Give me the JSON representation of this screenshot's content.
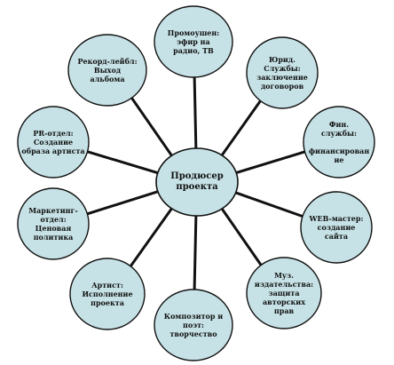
{
  "center": {
    "lines": [
      "Продюсер",
      "проекта"
    ]
  },
  "nodes": [
    {
      "id": "radio-tv",
      "lines": [
        "Промоушен:",
        "эфир на",
        "радио, ТВ"
      ]
    },
    {
      "id": "legal",
      "lines": [
        "Юрид.",
        "Службы:",
        "заключение",
        "договоров"
      ]
    },
    {
      "id": "finance",
      "lines": [
        "Фин.",
        "службы:",
        "",
        "финансирован",
        "ие"
      ]
    },
    {
      "id": "web",
      "lines": [
        "WEB-мастер:",
        "создание",
        "сайта"
      ]
    },
    {
      "id": "music",
      "lines": [
        "Муз.",
        "издательства:",
        "защита",
        "авторских",
        "прав"
      ]
    },
    {
      "id": "composer",
      "lines": [
        "Композитор и",
        "поэт:",
        "творчество"
      ]
    },
    {
      "id": "artist",
      "lines": [
        "Артист:",
        "Исполнение",
        "проекта"
      ]
    },
    {
      "id": "marketing",
      "lines": [
        "Маркетинг-",
        "отдел:",
        "Ценовая",
        "политика"
      ]
    },
    {
      "id": "pr",
      "lines": [
        "PR-отдел:",
        "Создание",
        "образа артиста"
      ]
    },
    {
      "id": "record",
      "lines": [
        "Рекорд-лейбл:",
        "Выход",
        "альбома"
      ]
    }
  ]
}
